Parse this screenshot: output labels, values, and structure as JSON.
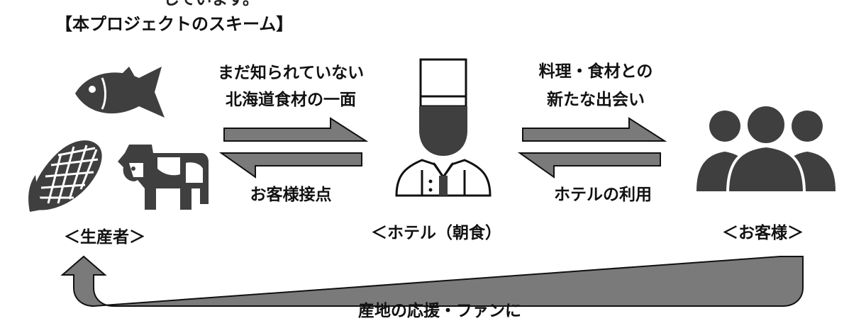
{
  "header": {
    "fragment": "しています。",
    "title": "【本プロジェクトのスキーム】"
  },
  "nodes": {
    "producer": "＜生産者＞",
    "hotel": "＜ホテル（朝食）",
    "customer": "＜お客様＞"
  },
  "edges": {
    "producer_to_hotel_line1": "まだ知られていない",
    "producer_to_hotel_line2": "北海道食材の一面",
    "hotel_to_producer": "お客様接点",
    "hotel_to_customer_line1": "料理・食材との",
    "hotel_to_customer_line2": "新たな出会い",
    "customer_to_hotel": "ホテルの利用",
    "customer_to_producer": "産地の応援・ファンに"
  },
  "icons": {
    "fish": "fish-icon",
    "corn": "corn-icon",
    "cow": "cow-icon",
    "chef": "chef-icon",
    "people": "people-icon"
  },
  "colors": {
    "arrow_fill": "#7a7a7a",
    "icon_dark": "#3f3f3f",
    "stroke": "#111111"
  }
}
